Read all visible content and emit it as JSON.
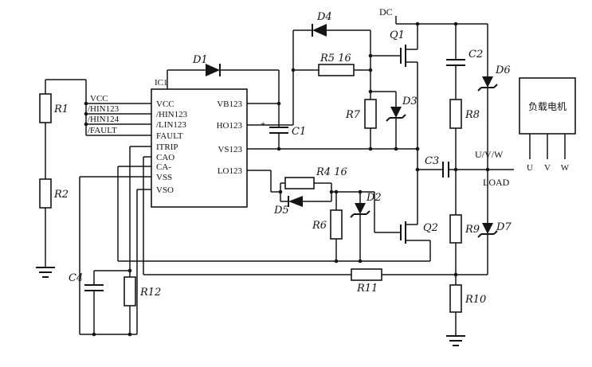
{
  "ic": {
    "ref": "IC1",
    "left_pins": [
      "VCC",
      "/HIN123",
      "/LIN123",
      "FAULT",
      "ITRIP",
      "CAO",
      "CA-",
      "VSS",
      "VSO"
    ],
    "right_pins": [
      "VB123",
      "HO123",
      "VS123",
      "LO123"
    ]
  },
  "inputs": {
    "vcc": "VCC",
    "hin": "/HIN123",
    "lin": "/HIN124",
    "fault": "/FAULT"
  },
  "components": {
    "R1": "R1",
    "R2": "R2",
    "R4": "R4 16",
    "R5": "R5 16",
    "R6": "R6",
    "R7": "R7",
    "R8": "R8",
    "R9": "R9",
    "R10": "R10",
    "R11": "R11",
    "R12": "R12",
    "C1": "C1",
    "C2": "C2",
    "C3": "C3",
    "C4": "C4",
    "D1": "D1",
    "D2": "D2",
    "D3": "D3",
    "D4": "D4",
    "D5": "D5",
    "D6": "D6",
    "D7": "D7",
    "Q1": "Q1",
    "Q2": "Q2",
    "plus": "+"
  },
  "labels": {
    "dc": "DC",
    "uvw": "U/V/W",
    "load": "LOAD",
    "motor": "负载电机",
    "u": "U",
    "v": "V",
    "w": "W"
  }
}
